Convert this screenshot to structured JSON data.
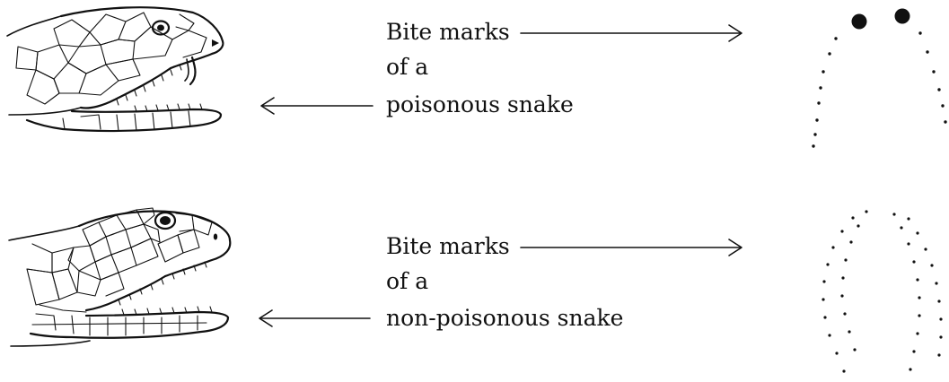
{
  "rows": [
    {
      "id": "poisonous",
      "caption_lines": [
        "Bite marks",
        "of a",
        "poisonous snake"
      ]
    },
    {
      "id": "non-poisonous",
      "caption_lines": [
        "Bite marks",
        "of a",
        "non-poisonous snake"
      ]
    }
  ],
  "colors": {
    "ink": "#111111",
    "background": "#ffffff"
  }
}
